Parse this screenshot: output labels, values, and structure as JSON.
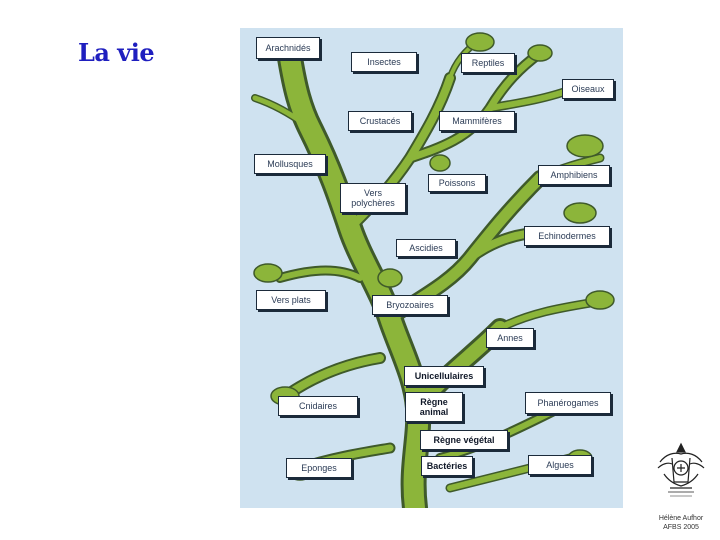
{
  "slide": {
    "title": "La vie",
    "credit": "Hélène Aufhor\nAFBS 2005"
  },
  "colors": {
    "title": "#1f1fbf",
    "panel_bg": "#cfe2f0",
    "branch_fill": "#8cb53a",
    "branch_outline": "#3f5a2a",
    "label_border": "#1b2a3a"
  },
  "tree": {
    "labels": {
      "arachnides": "Arachnidés",
      "insectes": "Insectes",
      "reptiles": "Reptiles",
      "oiseaux": "Oiseaux",
      "crustaces": "Crustacés",
      "mammiferes": "Mammifères",
      "mollusques": "Mollusques",
      "amphibiens": "Amphibiens",
      "poissons": "Poissons",
      "vers_polycheres": "Vers\npolychères",
      "echinodermes": "Echinodermes",
      "ascidies": "Ascidies",
      "vers_plats": "Vers plats",
      "bryozoaires": "Bryozoaires",
      "annelides": "Annes",
      "unicellulaires": "Unicellulaires",
      "regne_animal": "Règne\nanimal",
      "cnidaires": "Cnidaires",
      "phanerogames": "Phanérogames",
      "regne_vegetal": "Règne végétal",
      "eponges": "Eponges",
      "bacteries": "Bactéries",
      "algues": "Algues"
    }
  }
}
